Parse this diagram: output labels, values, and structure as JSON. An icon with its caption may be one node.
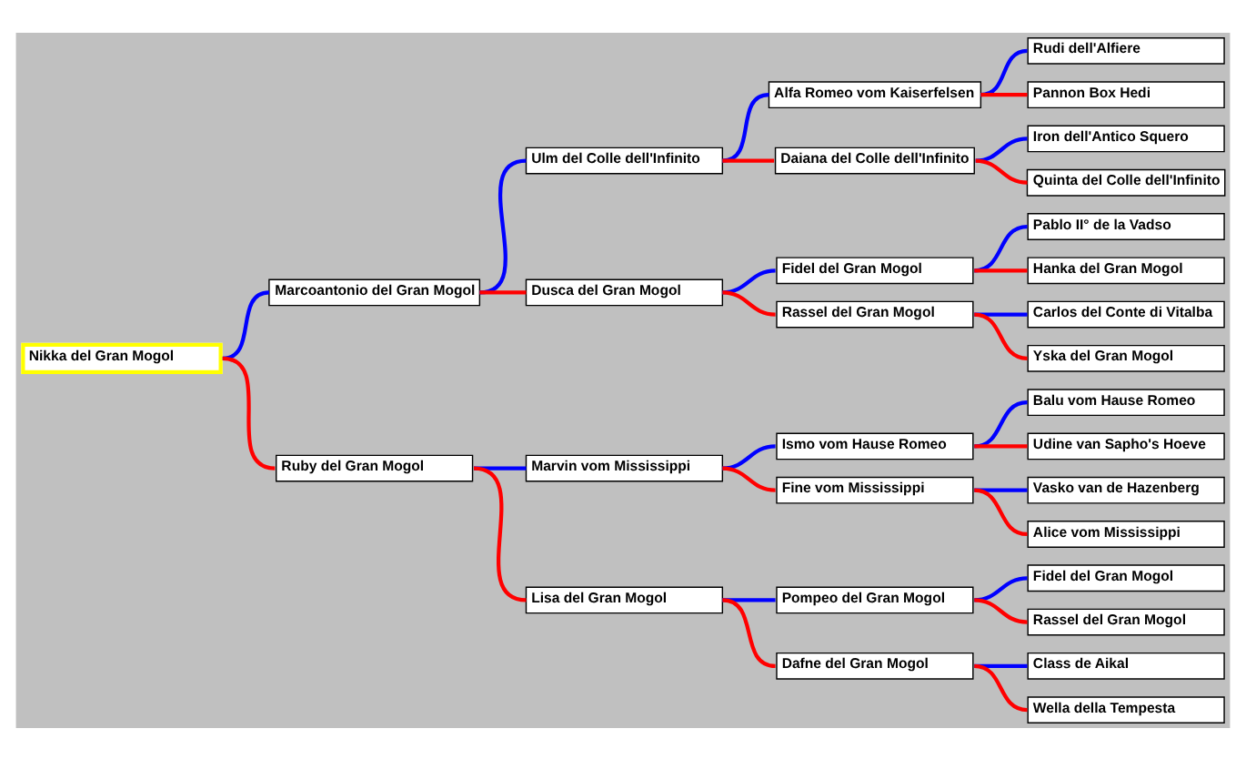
{
  "diagram": {
    "nodes": [
      {
        "text": [
          "Rudi dell'Alfiere"
        ]
      },
      {
        "text": [
          "Alfa Romeo vom Kaiserfelsen"
        ]
      },
      {
        "text": [
          "Pannon Box Hedi"
        ]
      },
      {
        "text": [
          "Ulm del Colle dell'Infinito"
        ]
      },
      {
        "text": [
          "Iron dell'Antico Squero"
        ]
      },
      {
        "text": [
          "Daiana del Colle dell'Infinito"
        ]
      },
      {
        "text": [
          "Quinta del Colle dell'Infinito"
        ]
      },
      {
        "text": [
          "Marcoantonio del Gran Mogol"
        ]
      },
      {
        "text": [
          "Pablo II° de la Vadso"
        ]
      },
      {
        "text": [
          "Fidel del Gran Mogol"
        ]
      },
      {
        "text": [
          "Hanka del Gran Mogol"
        ]
      },
      {
        "text": [
          "Dusca del Gran Mogol"
        ]
      },
      {
        "text": [
          "Carlos del Conte di Vitalba"
        ]
      },
      {
        "text": [
          "Rassel del Gran Mogol"
        ]
      },
      {
        "text": [
          "Yska del Gran Mogol"
        ]
      },
      {
        "text": [
          "Nikka del Gran Mogol"
        ]
      },
      {
        "text": [
          "Balu vom Hause Romeo"
        ]
      },
      {
        "text": [
          "Ismo vom Hause Romeo"
        ]
      },
      {
        "text": [
          "Udine van Sapho's Hoeve"
        ]
      },
      {
        "text": [
          "Marvin vom Mississippi"
        ]
      },
      {
        "text": [
          "Vasko van de Hazenberg"
        ]
      },
      {
        "text": [
          "Fine vom Mississippi"
        ]
      },
      {
        "text": [
          "Alice vom Mississippi"
        ]
      },
      {
        "text": [
          "Ruby del Gran Mogol"
        ]
      },
      {
        "text": [
          "Fidel del Gran Mogol"
        ]
      },
      {
        "text": [
          "Pompeo del Gran Mogol"
        ]
      },
      {
        "text": [
          "Rassel del Gran Mogol"
        ]
      },
      {
        "text": [
          "Lisa del Gran Mogol"
        ]
      },
      {
        "text": [
          "Class de Aikal"
        ]
      },
      {
        "text": [
          "Dafne del Gran Mogol"
        ]
      },
      {
        "text": [
          "Wella della Tempesta"
        ]
      }
    ],
    "edges": [
      {
        "from": 15,
        "to": 7,
        "arrow": "none",
        "color": "#0000ff"
      },
      {
        "from": 15,
        "to": 23,
        "arrow": "none",
        "color": "#ff0000"
      },
      {
        "from": 7,
        "to": 3,
        "arrow": "none",
        "color": "#0000ff"
      },
      {
        "from": 7,
        "to": 11,
        "arrow": "none",
        "color": "#ff0000"
      },
      {
        "from": 23,
        "to": 19,
        "arrow": "none",
        "color": "#0000ff"
      },
      {
        "from": 23,
        "to": 27,
        "arrow": "none",
        "color": "#ff0000"
      },
      {
        "from": 3,
        "to": 1,
        "arrow": "none",
        "color": "#0000ff"
      },
      {
        "from": 3,
        "to": 5,
        "arrow": "none",
        "color": "#ff0000"
      },
      {
        "from": 11,
        "to": 9,
        "arrow": "none",
        "color": "#0000ff"
      },
      {
        "from": 11,
        "to": 13,
        "arrow": "none",
        "color": "#ff0000"
      },
      {
        "from": 19,
        "to": 17,
        "arrow": "none",
        "color": "#0000ff"
      },
      {
        "from": 19,
        "to": 21,
        "arrow": "none",
        "color": "#ff0000"
      },
      {
        "from": 27,
        "to": 25,
        "arrow": "none",
        "color": "#0000ff"
      },
      {
        "from": 27,
        "to": 29,
        "arrow": "none",
        "color": "#ff0000"
      },
      {
        "from": 1,
        "to": 0,
        "arrow": "none",
        "color": "#0000ff"
      },
      {
        "from": 1,
        "to": 2,
        "arrow": "none",
        "color": "#ff0000"
      },
      {
        "from": 5,
        "to": 4,
        "arrow": "none",
        "color": "#0000ff"
      },
      {
        "from": 5,
        "to": 6,
        "arrow": "none",
        "color": "#ff0000"
      },
      {
        "from": 9,
        "to": 8,
        "arrow": "none",
        "color": "#0000ff"
      },
      {
        "from": 9,
        "to": 10,
        "arrow": "none",
        "color": "#ff0000"
      },
      {
        "from": 13,
        "to": 12,
        "arrow": "none",
        "color": "#0000ff"
      },
      {
        "from": 13,
        "to": 14,
        "arrow": "none",
        "color": "#ff0000"
      },
      {
        "from": 17,
        "to": 16,
        "arrow": "none",
        "color": "#0000ff"
      },
      {
        "from": 17,
        "to": 18,
        "arrow": "none",
        "color": "#ff0000"
      },
      {
        "from": 21,
        "to": 20,
        "arrow": "none",
        "color": "#0000ff"
      },
      {
        "from": 21,
        "to": 22,
        "arrow": "none",
        "color": "#ff0000"
      },
      {
        "from": 25,
        "to": 24,
        "arrow": "none",
        "color": "#0000ff"
      },
      {
        "from": 25,
        "to": 26,
        "arrow": "none",
        "color": "#ff0000"
      },
      {
        "from": 29,
        "to": 28,
        "arrow": "none",
        "color": "#0000ff"
      },
      {
        "from": 29,
        "to": 30,
        "arrow": "none",
        "color": "#ff0000"
      }
    ]
  }
}
